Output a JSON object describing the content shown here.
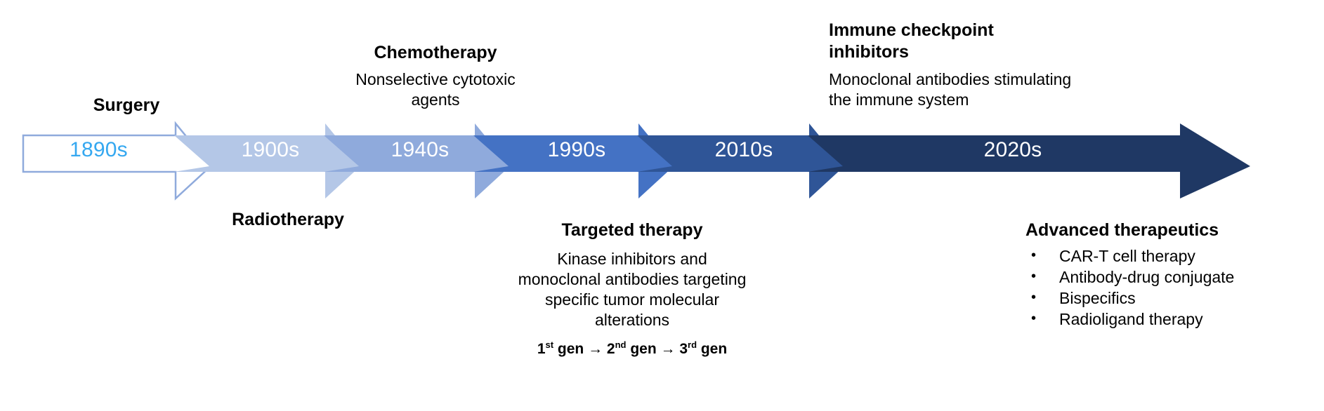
{
  "diagram": {
    "title": "Evolution of cancer therapeutics timeline",
    "type": "timeline",
    "colors": {
      "segment_1": "#FFFFFF",
      "segment_1_outline": "#8FAADC",
      "segment_1_text": "#35A8F0",
      "segment_2": "#B4C7E7",
      "segment_3": "#8FAADC",
      "segment_4": "#4472C4",
      "segment_5": "#2F5597",
      "segment_6": "#1F3864",
      "label_text": "#000000",
      "decade_text": "#FFFFFF",
      "background": "#FFFFFF"
    }
  },
  "timeline": {
    "segments": [
      {
        "decade": "1890s",
        "fill": "#FFFFFF",
        "text_color": "#35A8F0",
        "outline": "#8FAADC"
      },
      {
        "decade": "1900s",
        "fill": "#B4C7E7",
        "text_color": "#FFFFFF",
        "outline": "none"
      },
      {
        "decade": "1940s",
        "fill": "#8FAADC",
        "text_color": "#FFFFFF",
        "outline": "none"
      },
      {
        "decade": "1990s",
        "fill": "#4472C4",
        "text_color": "#FFFFFF",
        "outline": "none"
      },
      {
        "decade": "2010s",
        "fill": "#2F5597",
        "text_color": "#FFFFFF",
        "outline": "none"
      },
      {
        "decade": "2020s",
        "fill": "#1F3864",
        "text_color": "#FFFFFF",
        "outline": "none"
      }
    ]
  },
  "above_labels": {
    "surgery": {
      "title": "Surgery",
      "description": ""
    },
    "chemotherapy": {
      "title": "Chemotherapy",
      "description_line1": "Nonselective cytotoxic",
      "description_line2": "agents"
    },
    "immune_checkpoint": {
      "title_line1": "Immune checkpoint",
      "title_line2": "inhibitors",
      "description_line1": "Monoclonal antibodies stimulating",
      "description_line2": "the immune system"
    }
  },
  "below_labels": {
    "radiotherapy": {
      "title": "Radiotherapy"
    },
    "targeted_therapy": {
      "title": "Targeted therapy",
      "description_line1": "Kinase inhibitors and",
      "description_line2": "monoclonal antibodies targeting",
      "description_line3": "specific tumor molecular",
      "description_line4": "alterations",
      "generations": {
        "gen1_num": "1",
        "gen1_sup": "st",
        "gen1_word": " gen ",
        "arrow1": "→",
        "gen2_num": " 2",
        "gen2_sup": "nd",
        "gen2_word": " gen ",
        "arrow2": "→",
        "gen3_num": " 3",
        "gen3_sup": "rd",
        "gen3_word": " gen"
      }
    },
    "advanced_therapeutics": {
      "title": "Advanced therapeutics",
      "bullets": [
        "CAR-T cell therapy",
        "Antibody-drug conjugate",
        "Bispecifics",
        "Radioligand therapy"
      ]
    }
  }
}
